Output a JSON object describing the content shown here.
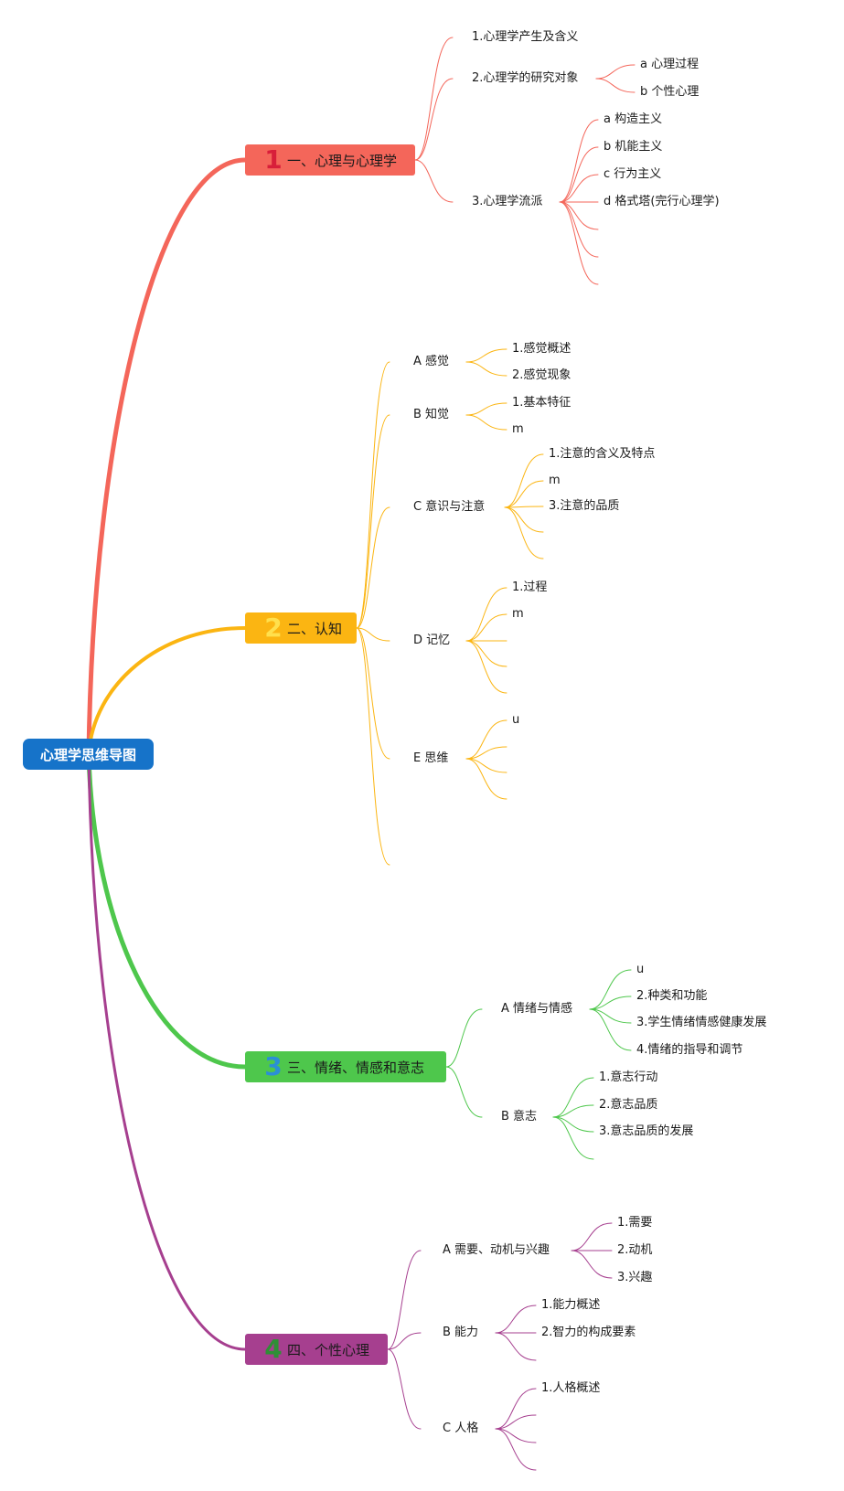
{
  "root": {
    "label": "心理学思维导图",
    "color": "#1673c9"
  },
  "branches": [
    {
      "id": "b1",
      "num": "1",
      "label": "一、心理与心理学",
      "color": "#f4665a",
      "num_color": "#d81e3a",
      "children": [
        {
          "label": "1.心理学产生及含义",
          "children": []
        },
        {
          "label": "2.心理学的研究对象",
          "children": [
            {
              "label": "a 心理过程"
            },
            {
              "label": "b 个性心理"
            }
          ]
        },
        {
          "label": "3.心理学流派",
          "children": [
            {
              "label": "a 构造主义"
            },
            {
              "label": "b 机能主义"
            },
            {
              "label": "c 行为主义"
            },
            {
              "label": "d 格式塔(完行心理学)"
            },
            {
              "label": ""
            },
            {
              "label": ""
            },
            {
              "label": ""
            }
          ]
        }
      ]
    },
    {
      "id": "b2",
      "num": "2",
      "label": "二、认知",
      "color": "#fbb512",
      "num_color": "#ffe04d",
      "children": [
        {
          "label": "A 感觉",
          "children": [
            {
              "label": "1.感觉概述"
            },
            {
              "label": "2.感觉现象"
            }
          ]
        },
        {
          "label": "B 知觉",
          "children": [
            {
              "label": "1.基本特征"
            },
            {
              "label": "m"
            }
          ]
        },
        {
          "label": "C 意识与注意",
          "children": [
            {
              "label": "1.注意的含义及特点"
            },
            {
              "label": "m"
            },
            {
              "label": "3.注意的品质"
            },
            {
              "label": ""
            },
            {
              "label": ""
            }
          ]
        },
        {
          "label": "D 记忆",
          "children": [
            {
              "label": "1.过程"
            },
            {
              "label": "m"
            },
            {
              "label": ""
            },
            {
              "label": ""
            },
            {
              "label": ""
            }
          ]
        },
        {
          "label": "E 思维",
          "children": [
            {
              "label": "u"
            },
            {
              "label": ""
            },
            {
              "label": ""
            },
            {
              "label": ""
            }
          ]
        },
        {
          "label": "",
          "children": []
        }
      ]
    },
    {
      "id": "b3",
      "num": "3",
      "label": "三、情绪、情感和意志",
      "color": "#4ec74c",
      "num_color": "#2b8fd6",
      "children": [
        {
          "label": "A 情绪与情感",
          "children": [
            {
              "label": "u"
            },
            {
              "label": "2.种类和功能"
            },
            {
              "label": "3.学生情绪情感健康发展"
            },
            {
              "label": "4.情绪的指导和调节"
            }
          ]
        },
        {
          "label": "B 意志",
          "children": [
            {
              "label": "1.意志行动"
            },
            {
              "label": "2.意志品质"
            },
            {
              "label": "3.意志品质的发展"
            },
            {
              "label": ""
            }
          ]
        }
      ]
    },
    {
      "id": "b4",
      "num": "4",
      "label": "四、个性心理",
      "color": "#a63f8f",
      "num_color": "#2f8f36",
      "children": [
        {
          "label": "A 需要、动机与兴趣",
          "children": [
            {
              "label": "1.需要"
            },
            {
              "label": "2.动机"
            },
            {
              "label": "3.兴趣"
            }
          ]
        },
        {
          "label": "B 能力",
          "children": [
            {
              "label": "1.能力概述"
            },
            {
              "label": "2.智力的构成要素"
            },
            {
              "label": ""
            }
          ]
        },
        {
          "label": "C 人格",
          "children": [
            {
              "label": "1.人格概述"
            },
            {
              "label": ""
            },
            {
              "label": ""
            },
            {
              "label": ""
            }
          ]
        }
      ]
    }
  ]
}
